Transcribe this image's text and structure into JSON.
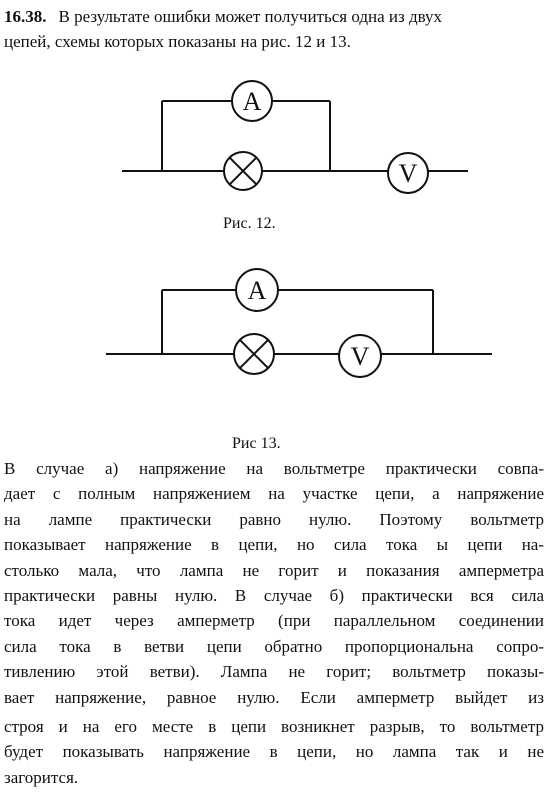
{
  "problem": {
    "number": "16.38.",
    "statement_line1": "В результате ошибки может получиться одна из двух",
    "statement_line2": "цепей, схемы которых показаны на рис. 12 и 13."
  },
  "figures": {
    "fig12": {
      "caption": "Рис. 12.",
      "ammeter_label": "A",
      "voltmeter_label": "V"
    },
    "fig13": {
      "caption": "Рис 13.",
      "ammeter_label": "A",
      "voltmeter_label": "V"
    }
  },
  "solution": {
    "lines": [
      "В случае а) напряжение на вольтметре практически совпа-",
      "дает с полным напряжением на участке цепи, а напряжение",
      "на лампе практически равно нулю. Поэтому вольтметр",
      "показывает напряжение в цепи, но сила тока ы цепи на-",
      "столько мала, что лампа не горит и показания амперметра",
      "практически равны нулю. В случае б) практически вся сила",
      "тока идет через амперметр (при параллельном соединении",
      "сила тока в ветви цепи обратно пропорциональна сопро-",
      "тивлению этой ветви). Лампа не горит; вольтметр показы-",
      "вает напряжение, равное нулю. Если амперметр выйдет из",
      "строя и на его месте в цепи возникнет разрыв, то вольтметр",
      "будет показывать напряжение в цепи, но лампа так и не",
      "загорится."
    ]
  }
}
